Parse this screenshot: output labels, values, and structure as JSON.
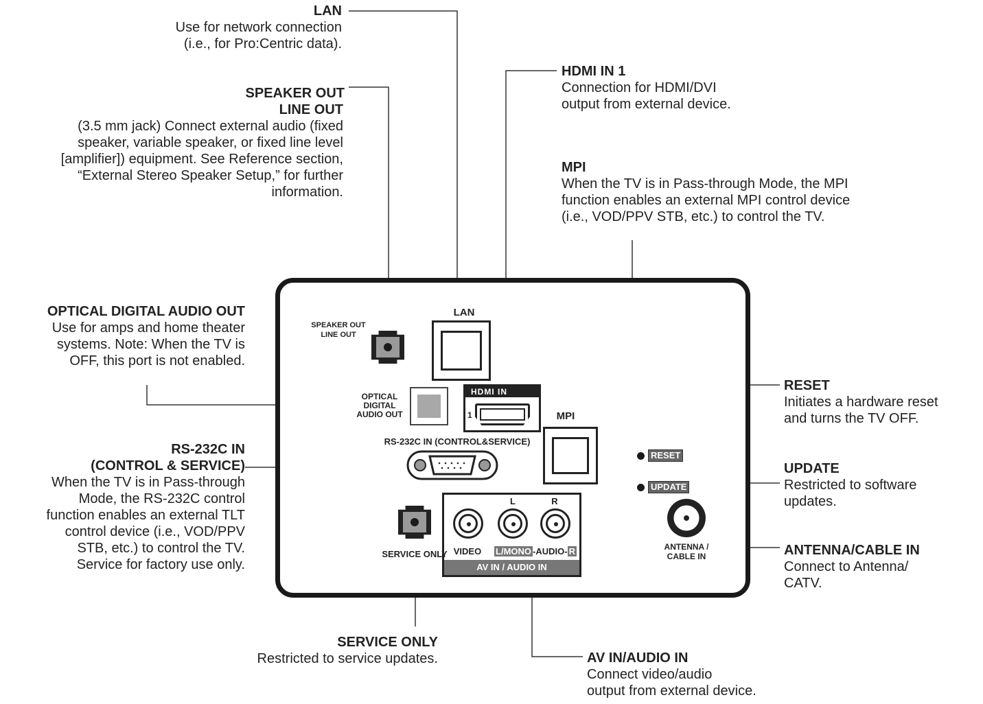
{
  "callouts": {
    "lan": {
      "title": "LAN",
      "lines": [
        "Use for network connection",
        "(i.e., for Pro:Centric data)."
      ]
    },
    "speaker": {
      "title1": "SPEAKER OUT",
      "title2": "LINE OUT",
      "lines": [
        "(3.5 mm jack) Connect external audio (fixed",
        "speaker, variable speaker, or fixed line level",
        "[amplifier]) equipment. See Reference section,",
        "“External Stereo Speaker Setup,” for further",
        "information."
      ]
    },
    "optical": {
      "title": "OPTICAL DIGITAL AUDIO OUT",
      "lines": [
        "Use for amps and home theater",
        "systems. Note: When the TV is",
        "OFF, this port is not enabled."
      ]
    },
    "rs232": {
      "title1": "RS-232C IN",
      "title2": "(CONTROL & SERVICE)",
      "lines": [
        "When the TV is in Pass-through",
        "Mode, the RS-232C control",
        "function enables an external TLT",
        "control device (i.e., VOD/PPV",
        "STB, etc.) to control the TV.",
        "Service for factory use only."
      ]
    },
    "service": {
      "title": "SERVICE ONLY",
      "lines": [
        "Restricted to service updates."
      ]
    },
    "hdmi": {
      "title": "HDMI IN 1",
      "lines": [
        "Connection for HDMI/DVI",
        "output from external device."
      ]
    },
    "mpi": {
      "title": "MPI",
      "lines": [
        "When the TV is in Pass-through Mode, the MPI",
        "function enables an external MPI control device",
        "(i.e., VOD/PPV STB, etc.) to control the TV."
      ]
    },
    "reset": {
      "title": "RESET",
      "lines": [
        "Initiates a hardware reset",
        "and turns the TV OFF."
      ]
    },
    "update": {
      "title": "UPDATE",
      "lines": [
        "Restricted to software",
        "updates."
      ]
    },
    "antenna": {
      "title": "ANTENNA/CABLE IN",
      "lines": [
        "Connect to Antenna/",
        "CATV."
      ]
    },
    "avin": {
      "title": "AV IN/AUDIO IN",
      "lines": [
        "Connect video/audio",
        "output from external device."
      ]
    }
  },
  "panel": {
    "lan": "LAN",
    "speaker_out": "SPEAKER OUT",
    "line_out": "LINE OUT",
    "optical_1": "OPTICAL",
    "optical_2": "DIGITAL",
    "optical_3": "AUDIO OUT",
    "hdmi_header": "HDMI IN",
    "hdmi_num": "1",
    "mpi": "MPI",
    "rs232": "RS-232C IN (CONTROL&SERVICE)",
    "reset": "RESET",
    "update": "UPDATE",
    "antenna_1": "ANTENNA /",
    "antenna_2": "CABLE IN",
    "service_only": "SERVICE ONLY",
    "l": "L",
    "r": "R",
    "video": "VIDEO",
    "lmono": "L/MONO",
    "audio": "-AUDIO-",
    "r_box": "R",
    "av_in": "AV IN / AUDIO IN"
  }
}
